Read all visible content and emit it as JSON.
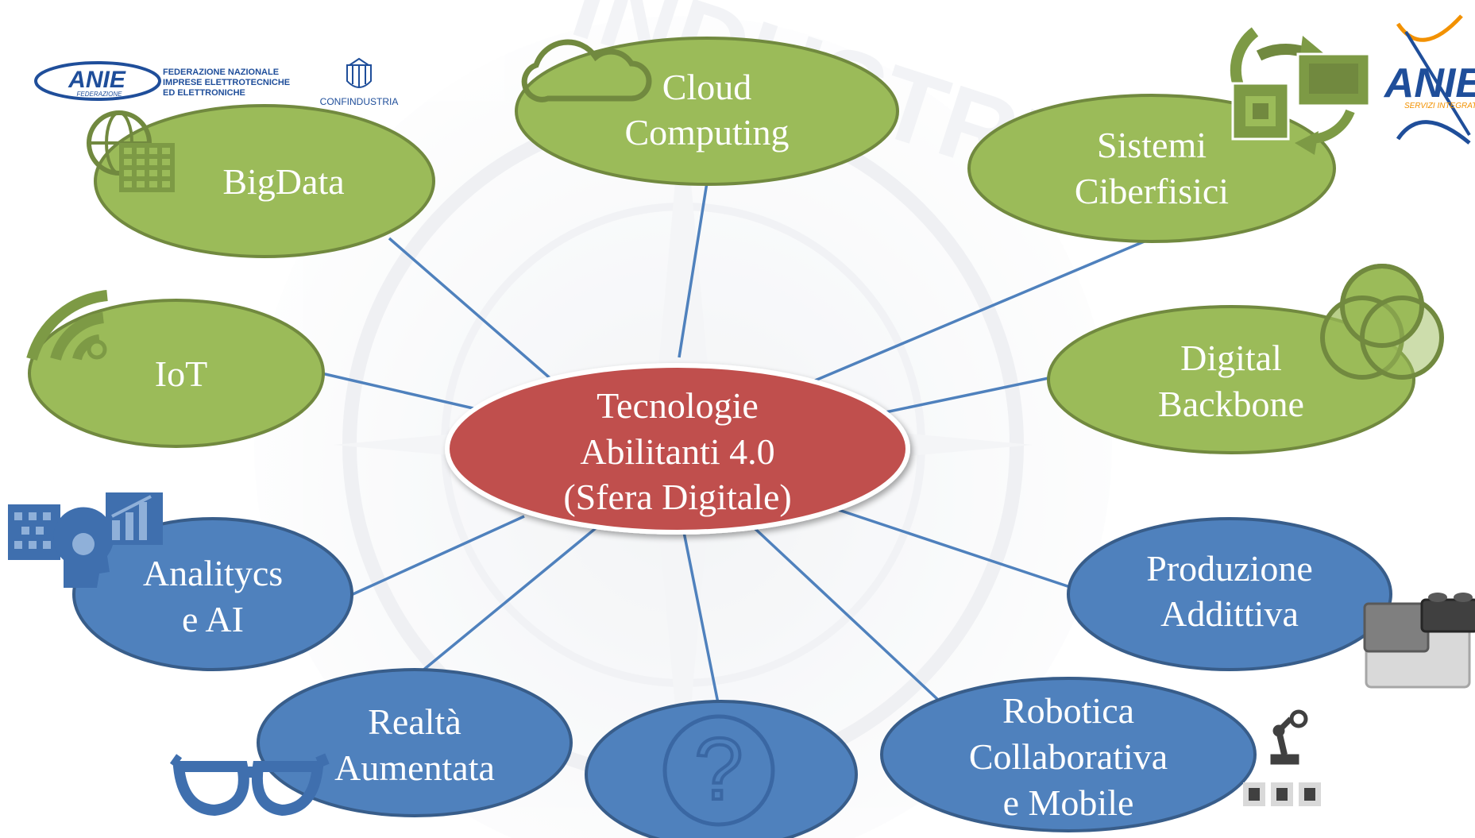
{
  "colors": {
    "green_fill": "#9bbb59",
    "green_stroke": "#71893f",
    "blue_fill": "#4f81bd",
    "blue_stroke": "#385d8a",
    "center_fill": "#c0504d",
    "center_stroke": "#ffffff",
    "connector": "#4f81bd",
    "anie_blue": "#1f4e9a",
    "anie_orange": "#f29100"
  },
  "center": {
    "line1": "Tecnologie",
    "line2": "Abilitanti 4.0",
    "line3": "(Sfera Digitale)"
  },
  "nodes": {
    "bigdata": {
      "line1": "BigData"
    },
    "cloud": {
      "line1": "Cloud",
      "line2": "Computing"
    },
    "sistemi": {
      "line1": "Sistemi",
      "line2": "Ciberfisici"
    },
    "iot": {
      "line1": "IoT"
    },
    "backbone": {
      "line1": "Digital",
      "line2": "Backbone"
    },
    "analytics": {
      "line1": "Analitycs",
      "line2": "e AI"
    },
    "produzione": {
      "line1": "Produzione",
      "line2": "Addittiva"
    },
    "realta": {
      "line1": "Realtà",
      "line2": "Aumentata"
    },
    "unknown": {
      "symbol": "?"
    },
    "robotica": {
      "line1": "Robotica",
      "line2": "Collaborativa",
      "line3": "e Mobile"
    }
  },
  "logos": {
    "anie_federazione": {
      "mark": "ANIE",
      "sub": "FEDERAZIONE",
      "line1": "FEDERAZIONE NAZIONALE",
      "line2": "IMPRESE ELETTROTECNICHE",
      "line3": "ED ELETTRONICHE"
    },
    "confindustria": {
      "label": "CONFINDUSTRIA"
    },
    "anie_servizi": {
      "mark": "ANIE",
      "sub": "SERVIZI INTEGRATI"
    }
  },
  "background": {
    "watermark": "INDUSTRIA"
  },
  "icons": [
    "globe-grid-icon",
    "cloud-icon",
    "cyber-cycle-icon",
    "wifi-signal-icon",
    "venn-circles-icon",
    "ai-head-chart-icon",
    "lego-bricks-icon",
    "glasses-icon",
    "question-icon",
    "robot-arm-icon"
  ]
}
